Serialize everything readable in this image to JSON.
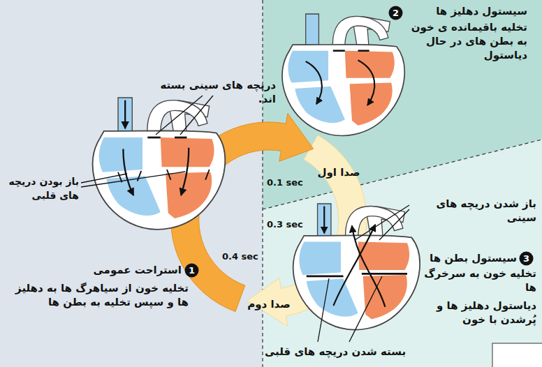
{
  "diagram": {
    "nodes": [
      {
        "text": [
          "2"
        ]
      },
      {
        "text": [
          "3"
        ]
      },
      {
        "text": [
          "1"
        ]
      }
    ],
    "labels": [
      "سیستول دهلیز ها",
      "تخلیه باقیمانده ی خون به بطن های در حال دیاستول",
      "دریچه های سینی بسته اند.",
      "صدا اول",
      "0.1 sec",
      "باز بودن دریچه های قلبی",
      "باز شدن دریچه های سینی",
      "0.3 sec",
      "سیستول بطن ها",
      "تخلیه خون به سرخرگ ها",
      "0.4 sec",
      "استراحت عمومی",
      "تخلیه خون از سیاهرگ ها به دهلیز ها و سپس تخلیه به بطن ها",
      "صدا دوم",
      "دیاستول دهلیز ها و پُرشدن با خون",
      "بسته شدن دریچه های قلبی"
    ]
  }
}
